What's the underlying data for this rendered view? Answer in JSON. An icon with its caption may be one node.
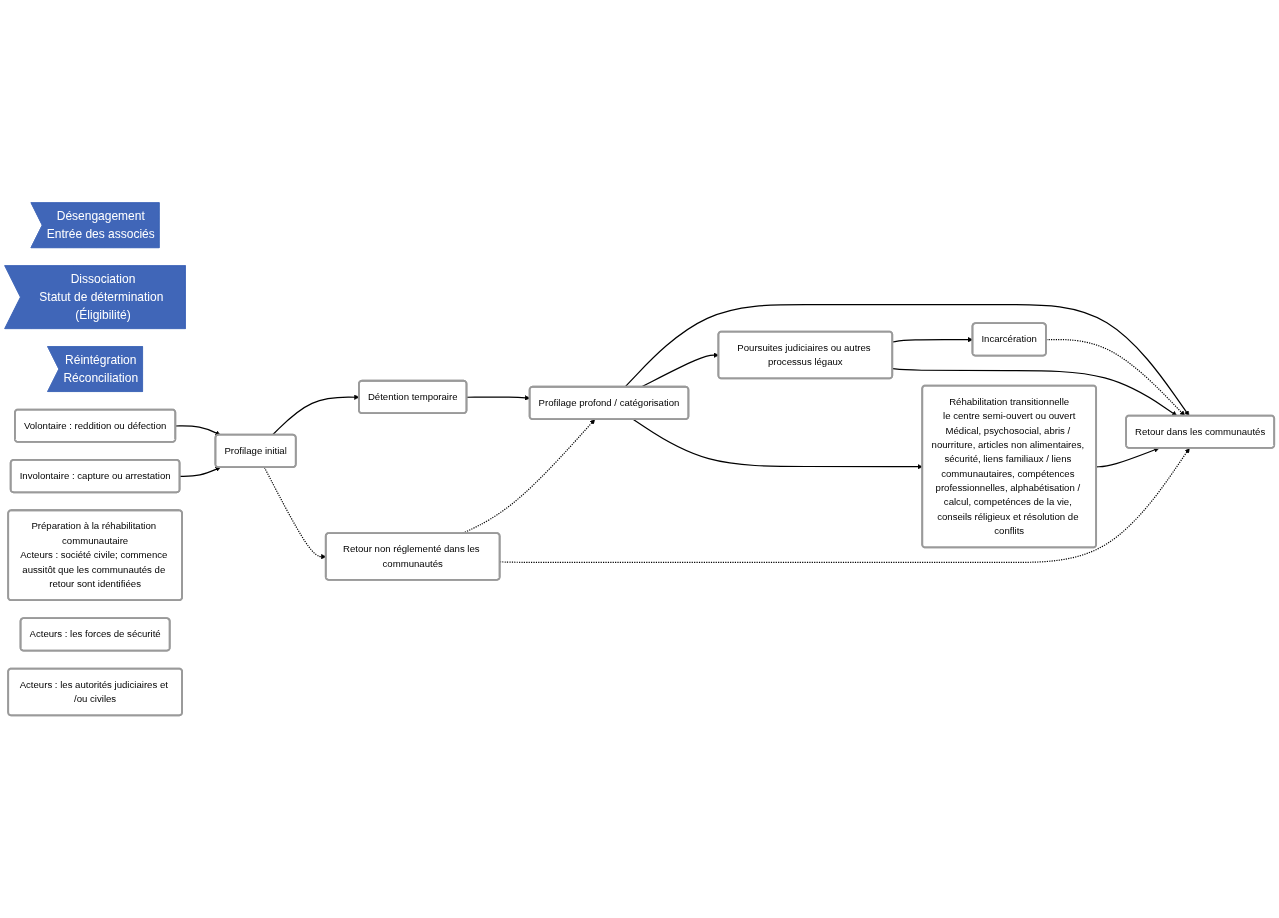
{
  "diagram": {
    "nodes": [
      {
        "text": [
          "Désengagement",
          "Entrée des associés"
        ]
      },
      {
        "text": [
          "Dissociation",
          "Statut de détermination (Éligibilité)"
        ]
      },
      {
        "text": [
          "Réintégration",
          "Réconciliation"
        ]
      },
      {
        "text": [
          "Volontaire : reddition ou défection"
        ]
      },
      {
        "text": [
          "Involontaire : capture ou arrestation"
        ]
      },
      {
        "text": [
          "Profilage initial"
        ]
      },
      {
        "text": [
          "Détention temporaire"
        ]
      },
      {
        "text": [
          "Profilage profond / catégorisation"
        ]
      },
      {
        "text": [
          "Incarcération"
        ]
      },
      {
        "text": [
          "Poursuites judiciaires ou autres processus légaux"
        ]
      },
      {
        "text": [
          "Réhabilitation transitionnelle",
          "le centre semi-ouvert ou ouvert",
          "Médical, psychosocial, abris / nourriture, articles non alimentaires, sécurité, liens familiaux / liens communautaires, compétences professionnelles, alphabétisation / calcul, competénces de la vie, conseils réligieux et résolution de conflits"
        ]
      },
      {
        "text": [
          "Retour dans les communautés"
        ]
      },
      {
        "text": [
          "Retour non réglementé dans les communautés"
        ]
      },
      {
        "text": [
          "Préparation à la réhabilitation communautaire",
          "Acteurs : société civile; commence aussitôt que les communautés de retour sont identifiées"
        ]
      },
      {
        "text": [
          "Acteurs : les forces de sécurité"
        ]
      },
      {
        "text": [
          "Acteurs : les autorités judiciaires et /ou civiles"
        ]
      }
    ],
    "edges": [
      {
        "from": 3,
        "to": 5,
        "arrow": "to"
      },
      {
        "from": 4,
        "to": 5,
        "arrow": "to"
      },
      {
        "from": 5,
        "to": 6,
        "arrow": "to"
      },
      {
        "from": 6,
        "to": 7,
        "arrow": "to"
      },
      {
        "from": 7,
        "to": 9,
        "arrow": "to"
      },
      {
        "from": 9,
        "to": 8,
        "arrow": "to"
      },
      {
        "from": 7,
        "to": 11,
        "arrow": "to"
      },
      {
        "from": 7,
        "to": 10,
        "arrow": "to"
      },
      {
        "from": 8,
        "to": 11,
        "arrow": "to",
        "style": "dashed"
      },
      {
        "from": 9,
        "to": 11,
        "arrow": "to"
      },
      {
        "from": 10,
        "to": 11,
        "arrow": "to"
      },
      {
        "from": 5,
        "to": 12,
        "arrow": "to",
        "style": "dashed"
      },
      {
        "from": 12,
        "to": 7,
        "arrow": "to",
        "style": "dashed"
      },
      {
        "from": 12,
        "to": 11,
        "arrow": "to",
        "style": "dashed"
      }
    ]
  }
}
